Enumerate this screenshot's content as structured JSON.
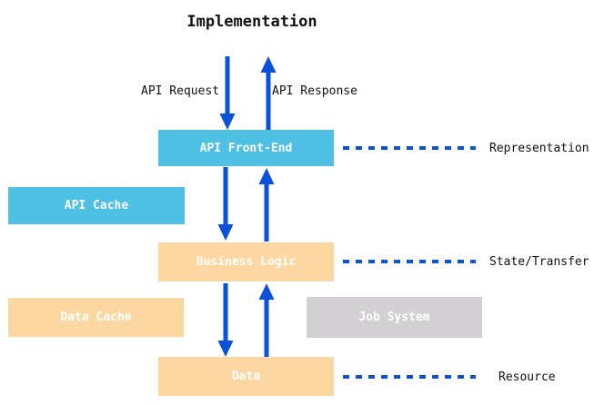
{
  "title": "Implementation",
  "colors": {
    "cyan": "#4EC0E4",
    "peach": "#FCD7A1",
    "gray": "#D2D0D3",
    "blue": "#0B52DB",
    "text": "#111111"
  },
  "flow": {
    "request_label": "API Request",
    "response_label": "API Response"
  },
  "boxes": {
    "api_front_end": {
      "label": "API Front-End"
    },
    "api_cache": {
      "label": "API Cache"
    },
    "business_logic": {
      "label": "Business Logic"
    },
    "data_cache": {
      "label": "Data Cache"
    },
    "job_system": {
      "label": "Job System"
    },
    "data": {
      "label": "Data"
    }
  },
  "layers": {
    "representation": "Representation",
    "state_transfer": "State/Transfer",
    "resource": "Resource"
  }
}
